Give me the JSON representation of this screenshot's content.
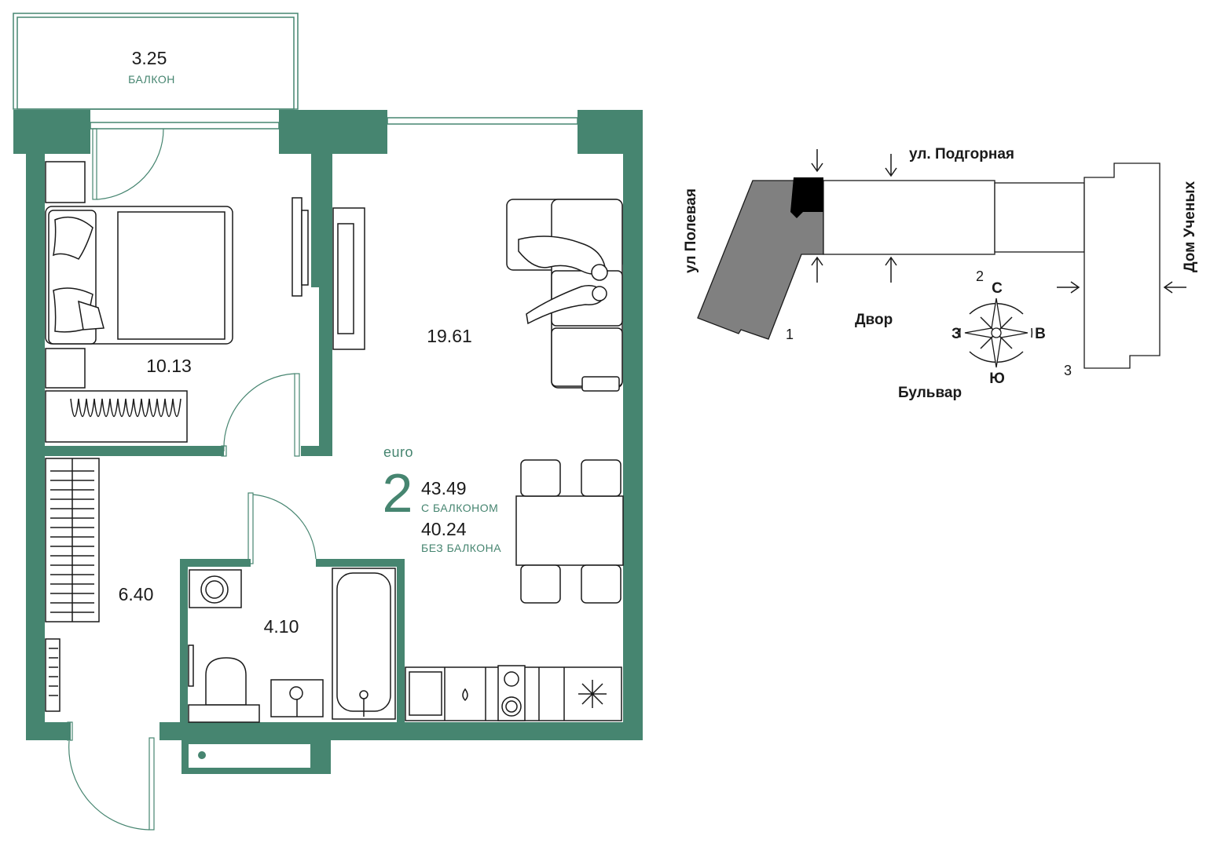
{
  "plan": {
    "balcony": {
      "area": "3.25",
      "label": "БАЛКОН"
    },
    "bedroom": {
      "area": "10.13"
    },
    "living": {
      "area": "19.61"
    },
    "hallway": {
      "area": "6.40"
    },
    "bathroom": {
      "area": "4.10"
    },
    "summary": {
      "tag": "euro",
      "rooms": "2",
      "area_with_balcony": "43.49",
      "with_balcony_label": "С БАЛКОНОМ",
      "area_without_balcony": "40.24",
      "without_balcony_label": "БЕЗ БАЛКОНА"
    }
  },
  "site_map": {
    "street_north": "ул. Подгорная",
    "street_west": "ул Полевая",
    "street_east": "Дом Ученых",
    "yard": "Двор",
    "boulevard": "Бульвар",
    "building_1": "1",
    "building_2": "2",
    "building_3": "3",
    "compass": {
      "north": "С",
      "south": "Ю",
      "west": "З",
      "east": "В"
    }
  },
  "colors": {
    "wall": "#468570",
    "accent_text": "#468570",
    "highlight": "#000000",
    "building_fill": "#808080"
  },
  "icons": [
    "washing-machine-icon",
    "toilet-icon",
    "sink-icon",
    "bathtub-icon",
    "stove-icon",
    "fridge-icon",
    "bed-icon",
    "sofa-icon",
    "compass-icon"
  ]
}
